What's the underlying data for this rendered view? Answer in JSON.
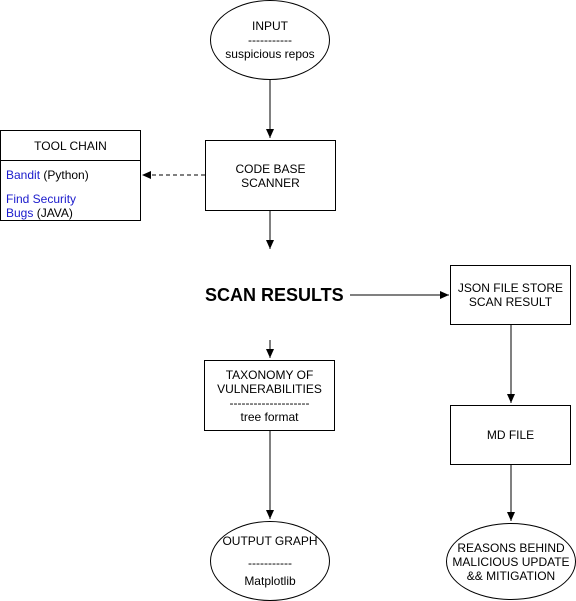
{
  "input": {
    "title": "INPUT",
    "divider": "-----------",
    "text": "suspicious repos"
  },
  "toolchain": {
    "title": "TOOL CHAIN",
    "bandit_link": "Bandit",
    "bandit_rest": " (Python)",
    "fsb_link_1": "Find Security",
    "fsb_link_2": "Bugs",
    "fsb_rest": " (JAVA)"
  },
  "scanner": {
    "line1": "CODE BASE",
    "line2": "SCANNER"
  },
  "scan_results": "SCAN RESULTS",
  "json_store": {
    "line1": "JSON FILE STORE",
    "line2": "SCAN RESULT"
  },
  "taxonomy": {
    "line1": "TAXONOMY OF",
    "line2": "VULNERABILITIES",
    "divider": "--------------------",
    "line3": "tree format"
  },
  "md_file": "MD FILE",
  "output_graph": {
    "title": "OUTPUT GRAPH",
    "divider": "-----------",
    "text": "Matplotlib"
  },
  "reasons": {
    "line1": "REASONS BEHIND",
    "line2": "MALICIOUS UPDATE",
    "line3": "&& MITIGATION"
  }
}
